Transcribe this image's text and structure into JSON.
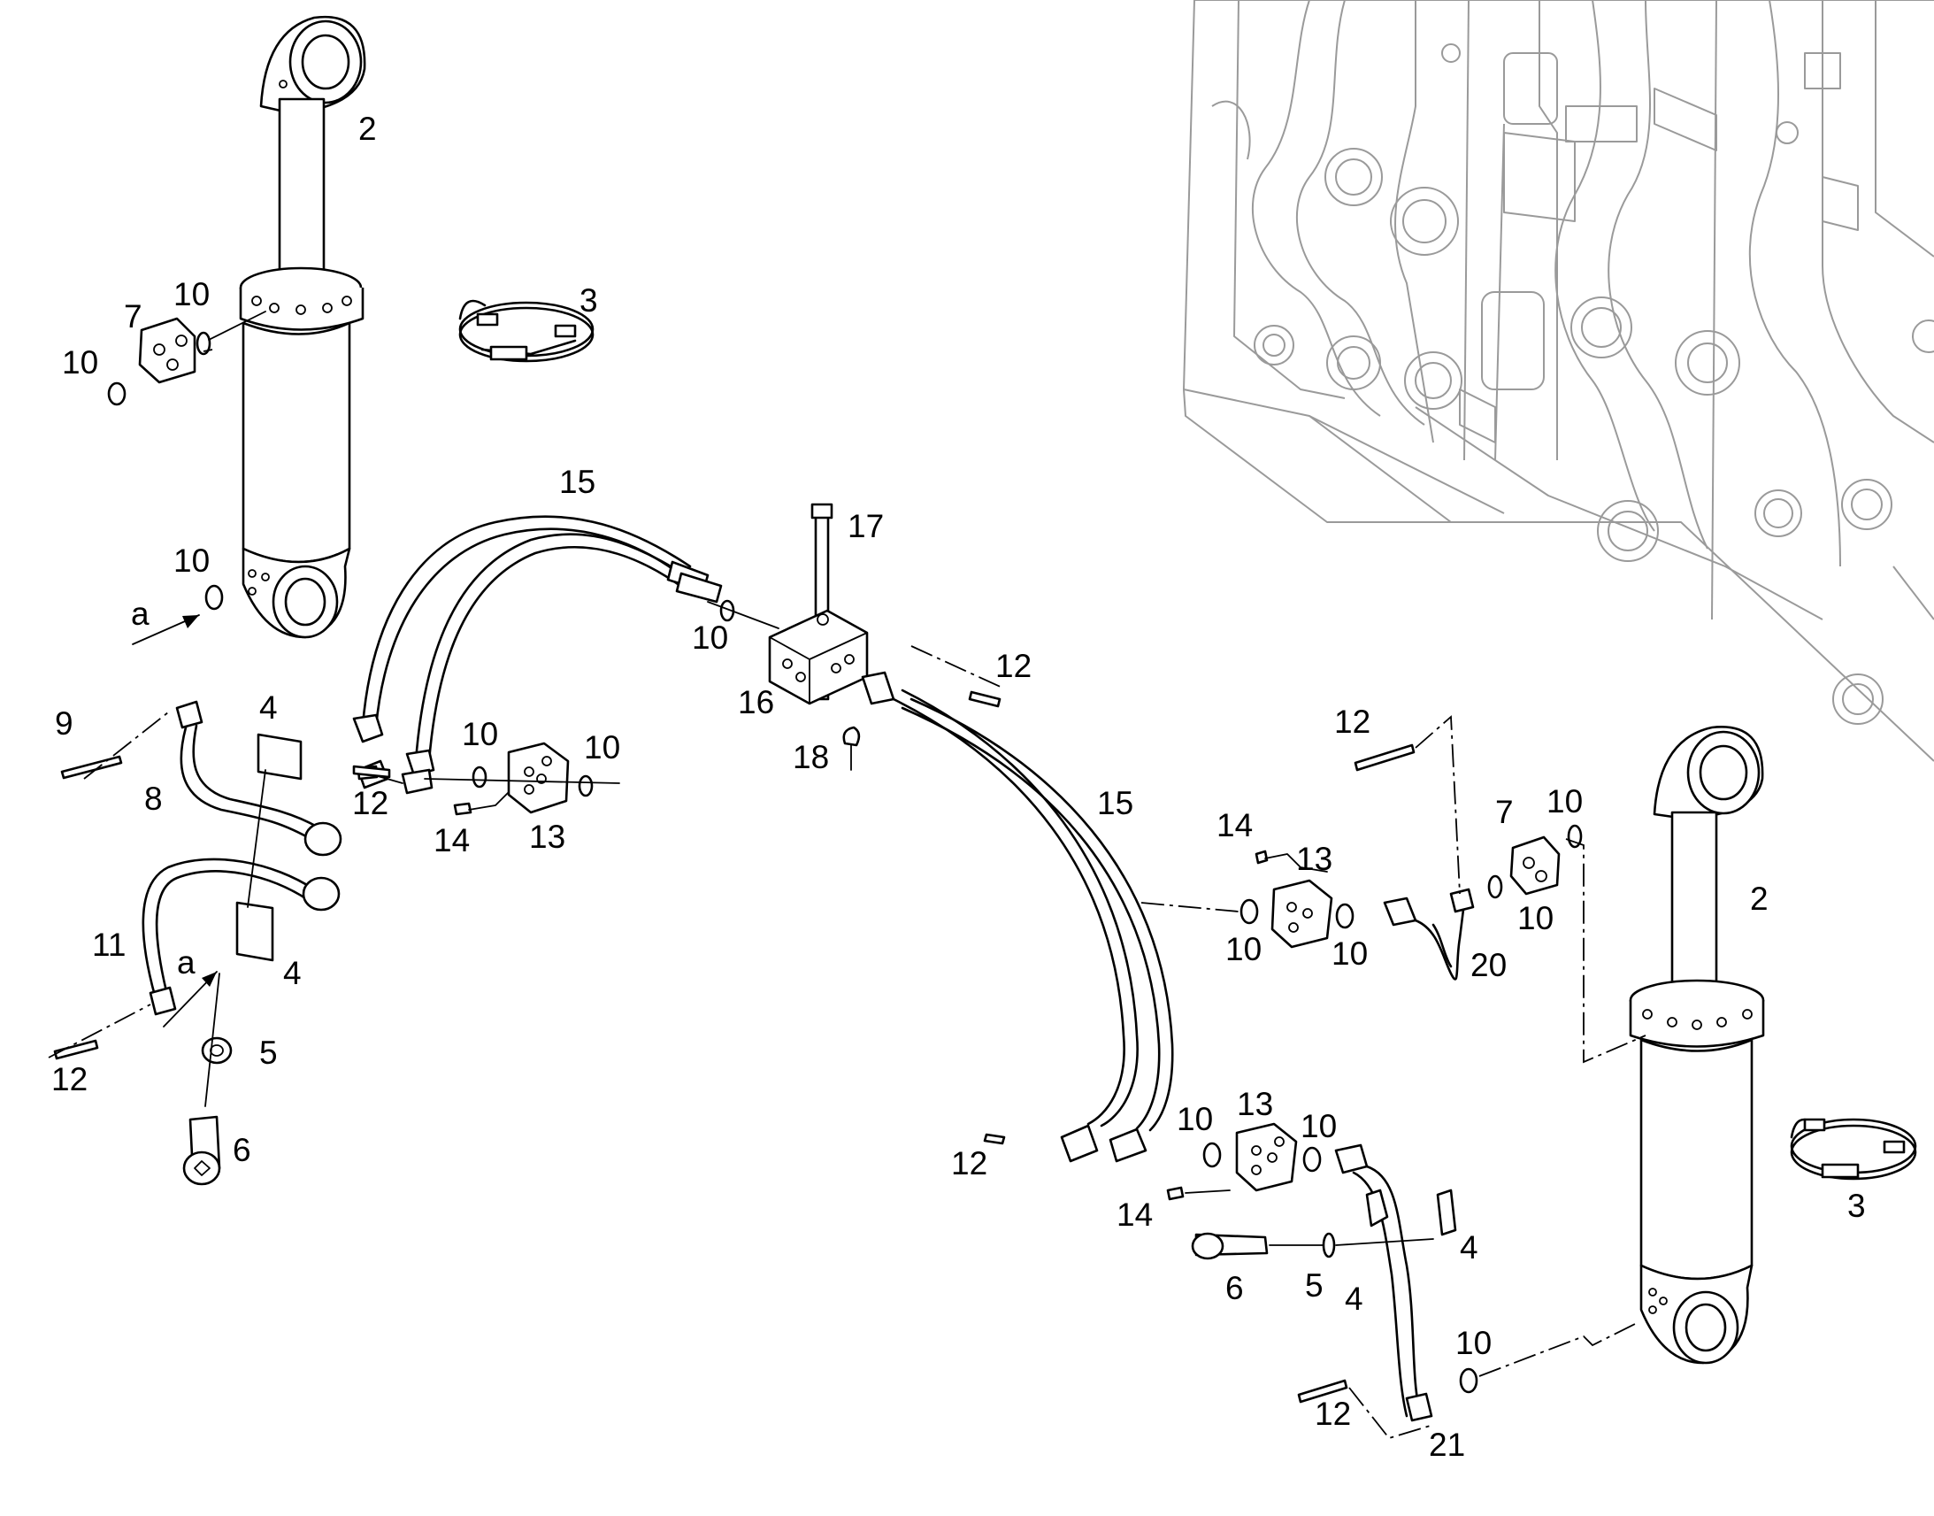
{
  "callouts": [
    {
      "id": "c2a",
      "text": "2"
    },
    {
      "id": "c10a",
      "text": "10"
    },
    {
      "id": "c7a",
      "text": "7"
    },
    {
      "id": "c10b",
      "text": "10"
    },
    {
      "id": "c3a",
      "text": "3"
    },
    {
      "id": "c10c",
      "text": "10"
    },
    {
      "id": "ca1",
      "text": "a"
    },
    {
      "id": "c15a",
      "text": "15"
    },
    {
      "id": "c17",
      "text": "17"
    },
    {
      "id": "c10d",
      "text": "10"
    },
    {
      "id": "c16",
      "text": "16"
    },
    {
      "id": "c12a",
      "text": "12"
    },
    {
      "id": "c9",
      "text": "9"
    },
    {
      "id": "c4a",
      "text": "4"
    },
    {
      "id": "c8",
      "text": "8"
    },
    {
      "id": "c10e",
      "text": "10"
    },
    {
      "id": "c10f",
      "text": "10"
    },
    {
      "id": "c12b",
      "text": "12"
    },
    {
      "id": "c14a",
      "text": "14"
    },
    {
      "id": "c13a",
      "text": "13"
    },
    {
      "id": "c18",
      "text": "18"
    },
    {
      "id": "c12c",
      "text": "12"
    },
    {
      "id": "c15b",
      "text": "15"
    },
    {
      "id": "c14b",
      "text": "14"
    },
    {
      "id": "c13b",
      "text": "13"
    },
    {
      "id": "c7b",
      "text": "7"
    },
    {
      "id": "c10g",
      "text": "10"
    },
    {
      "id": "c2b",
      "text": "2"
    },
    {
      "id": "c11",
      "text": "11"
    },
    {
      "id": "ca2",
      "text": "a"
    },
    {
      "id": "c4b",
      "text": "4"
    },
    {
      "id": "c10h",
      "text": "10"
    },
    {
      "id": "c10i",
      "text": "10"
    },
    {
      "id": "c10j",
      "text": "10"
    },
    {
      "id": "c20",
      "text": "20"
    },
    {
      "id": "c12d",
      "text": "12"
    },
    {
      "id": "c5a",
      "text": "5"
    },
    {
      "id": "c6a",
      "text": "6"
    },
    {
      "id": "c10k",
      "text": "10"
    },
    {
      "id": "c13c",
      "text": "13"
    },
    {
      "id": "c10l",
      "text": "10"
    },
    {
      "id": "c12e",
      "text": "12"
    },
    {
      "id": "c3b",
      "text": "3"
    },
    {
      "id": "c14c",
      "text": "14"
    },
    {
      "id": "c4c",
      "text": "4"
    },
    {
      "id": "c6b",
      "text": "6"
    },
    {
      "id": "c5b",
      "text": "5"
    },
    {
      "id": "c4d",
      "text": "4"
    },
    {
      "id": "c10m",
      "text": "10"
    },
    {
      "id": "c12f",
      "text": "12"
    },
    {
      "id": "c21",
      "text": "21"
    }
  ]
}
